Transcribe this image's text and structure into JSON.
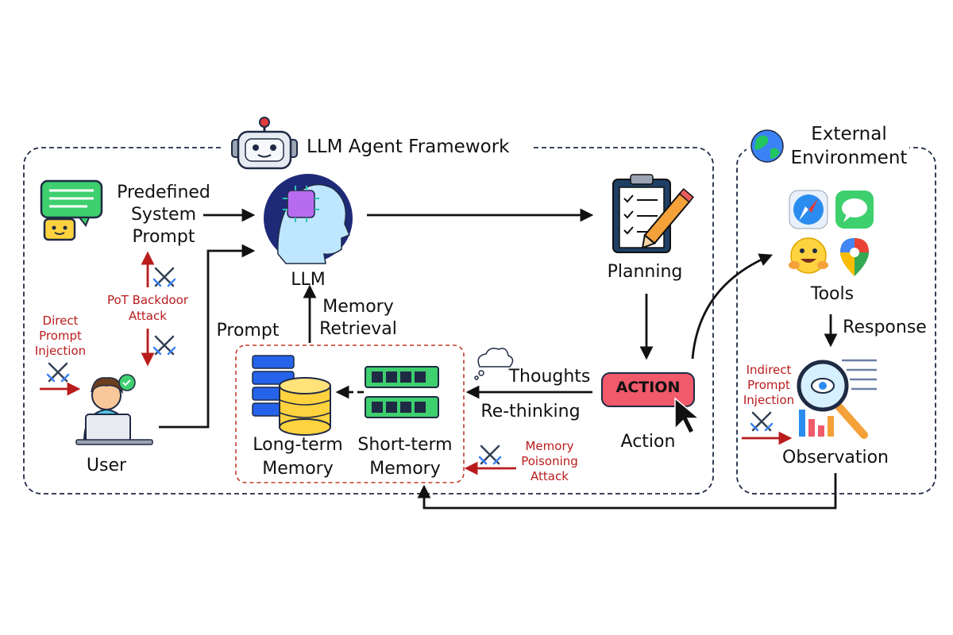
{
  "framework": {
    "title": "LLM Agent Framework"
  },
  "environment": {
    "title_line1": "External",
    "title_line2": "Environment"
  },
  "nodes": {
    "predefined_line1": "Predefined",
    "predefined_line2": "System",
    "predefined_line3": "Prompt",
    "llm": "LLM",
    "planning": "Planning",
    "action_badge": "ACTION",
    "action": "Action",
    "user": "User",
    "prompt": "Prompt",
    "memory_retrieval_line1": "Memory",
    "memory_retrieval_line2": "Retrieval",
    "long_term_line1": "Long-term",
    "long_term_line2": "Memory",
    "short_term_line1": "Short-term",
    "short_term_line2": "Memory",
    "thoughts": "Thoughts",
    "rethinking": "Re-thinking",
    "tools": "Tools",
    "response": "Response",
    "observation": "Observation"
  },
  "attacks": {
    "pot_line1": "PoT Backdoor",
    "pot_line2": "Attack",
    "direct_line1": "Direct",
    "direct_line2": "Prompt",
    "direct_line3": "Injection",
    "memory_line1": "Memory",
    "memory_line2": "Poisoning",
    "memory_line3": "Attack",
    "indirect_line1": "Indirect",
    "indirect_line2": "Prompt",
    "indirect_line3": "Injection"
  },
  "colors": {
    "frame": "#1f2a44",
    "attack": "#b91c1c",
    "memory_box": "#c0392b",
    "action_badge": "#f05a6b"
  }
}
